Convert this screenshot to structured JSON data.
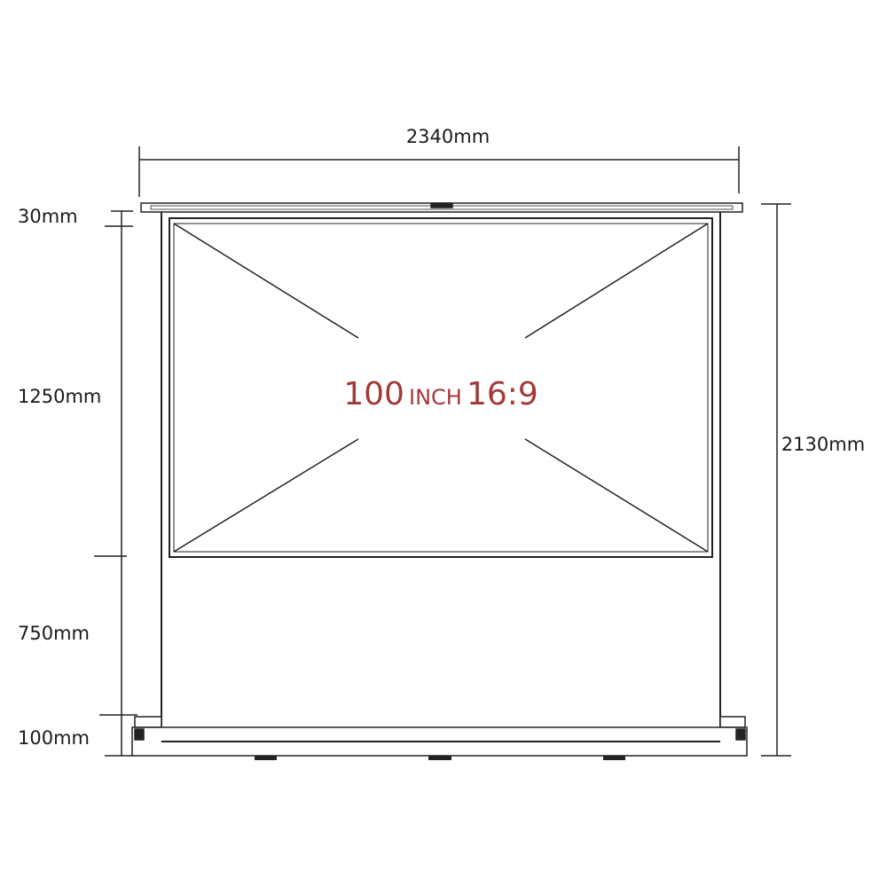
{
  "dimensions": {
    "total_width": "2340mm",
    "total_height": "2130mm",
    "top_housing": "30mm",
    "screen_height": "1250mm",
    "lower_section": "750mm",
    "base_height": "100mm"
  },
  "screen_label": {
    "size": "100",
    "unit": "INCH",
    "ratio": "16:9"
  },
  "colors": {
    "line": "#222222",
    "label_accent": "#a33a3a",
    "text": "#1a1a1a"
  }
}
